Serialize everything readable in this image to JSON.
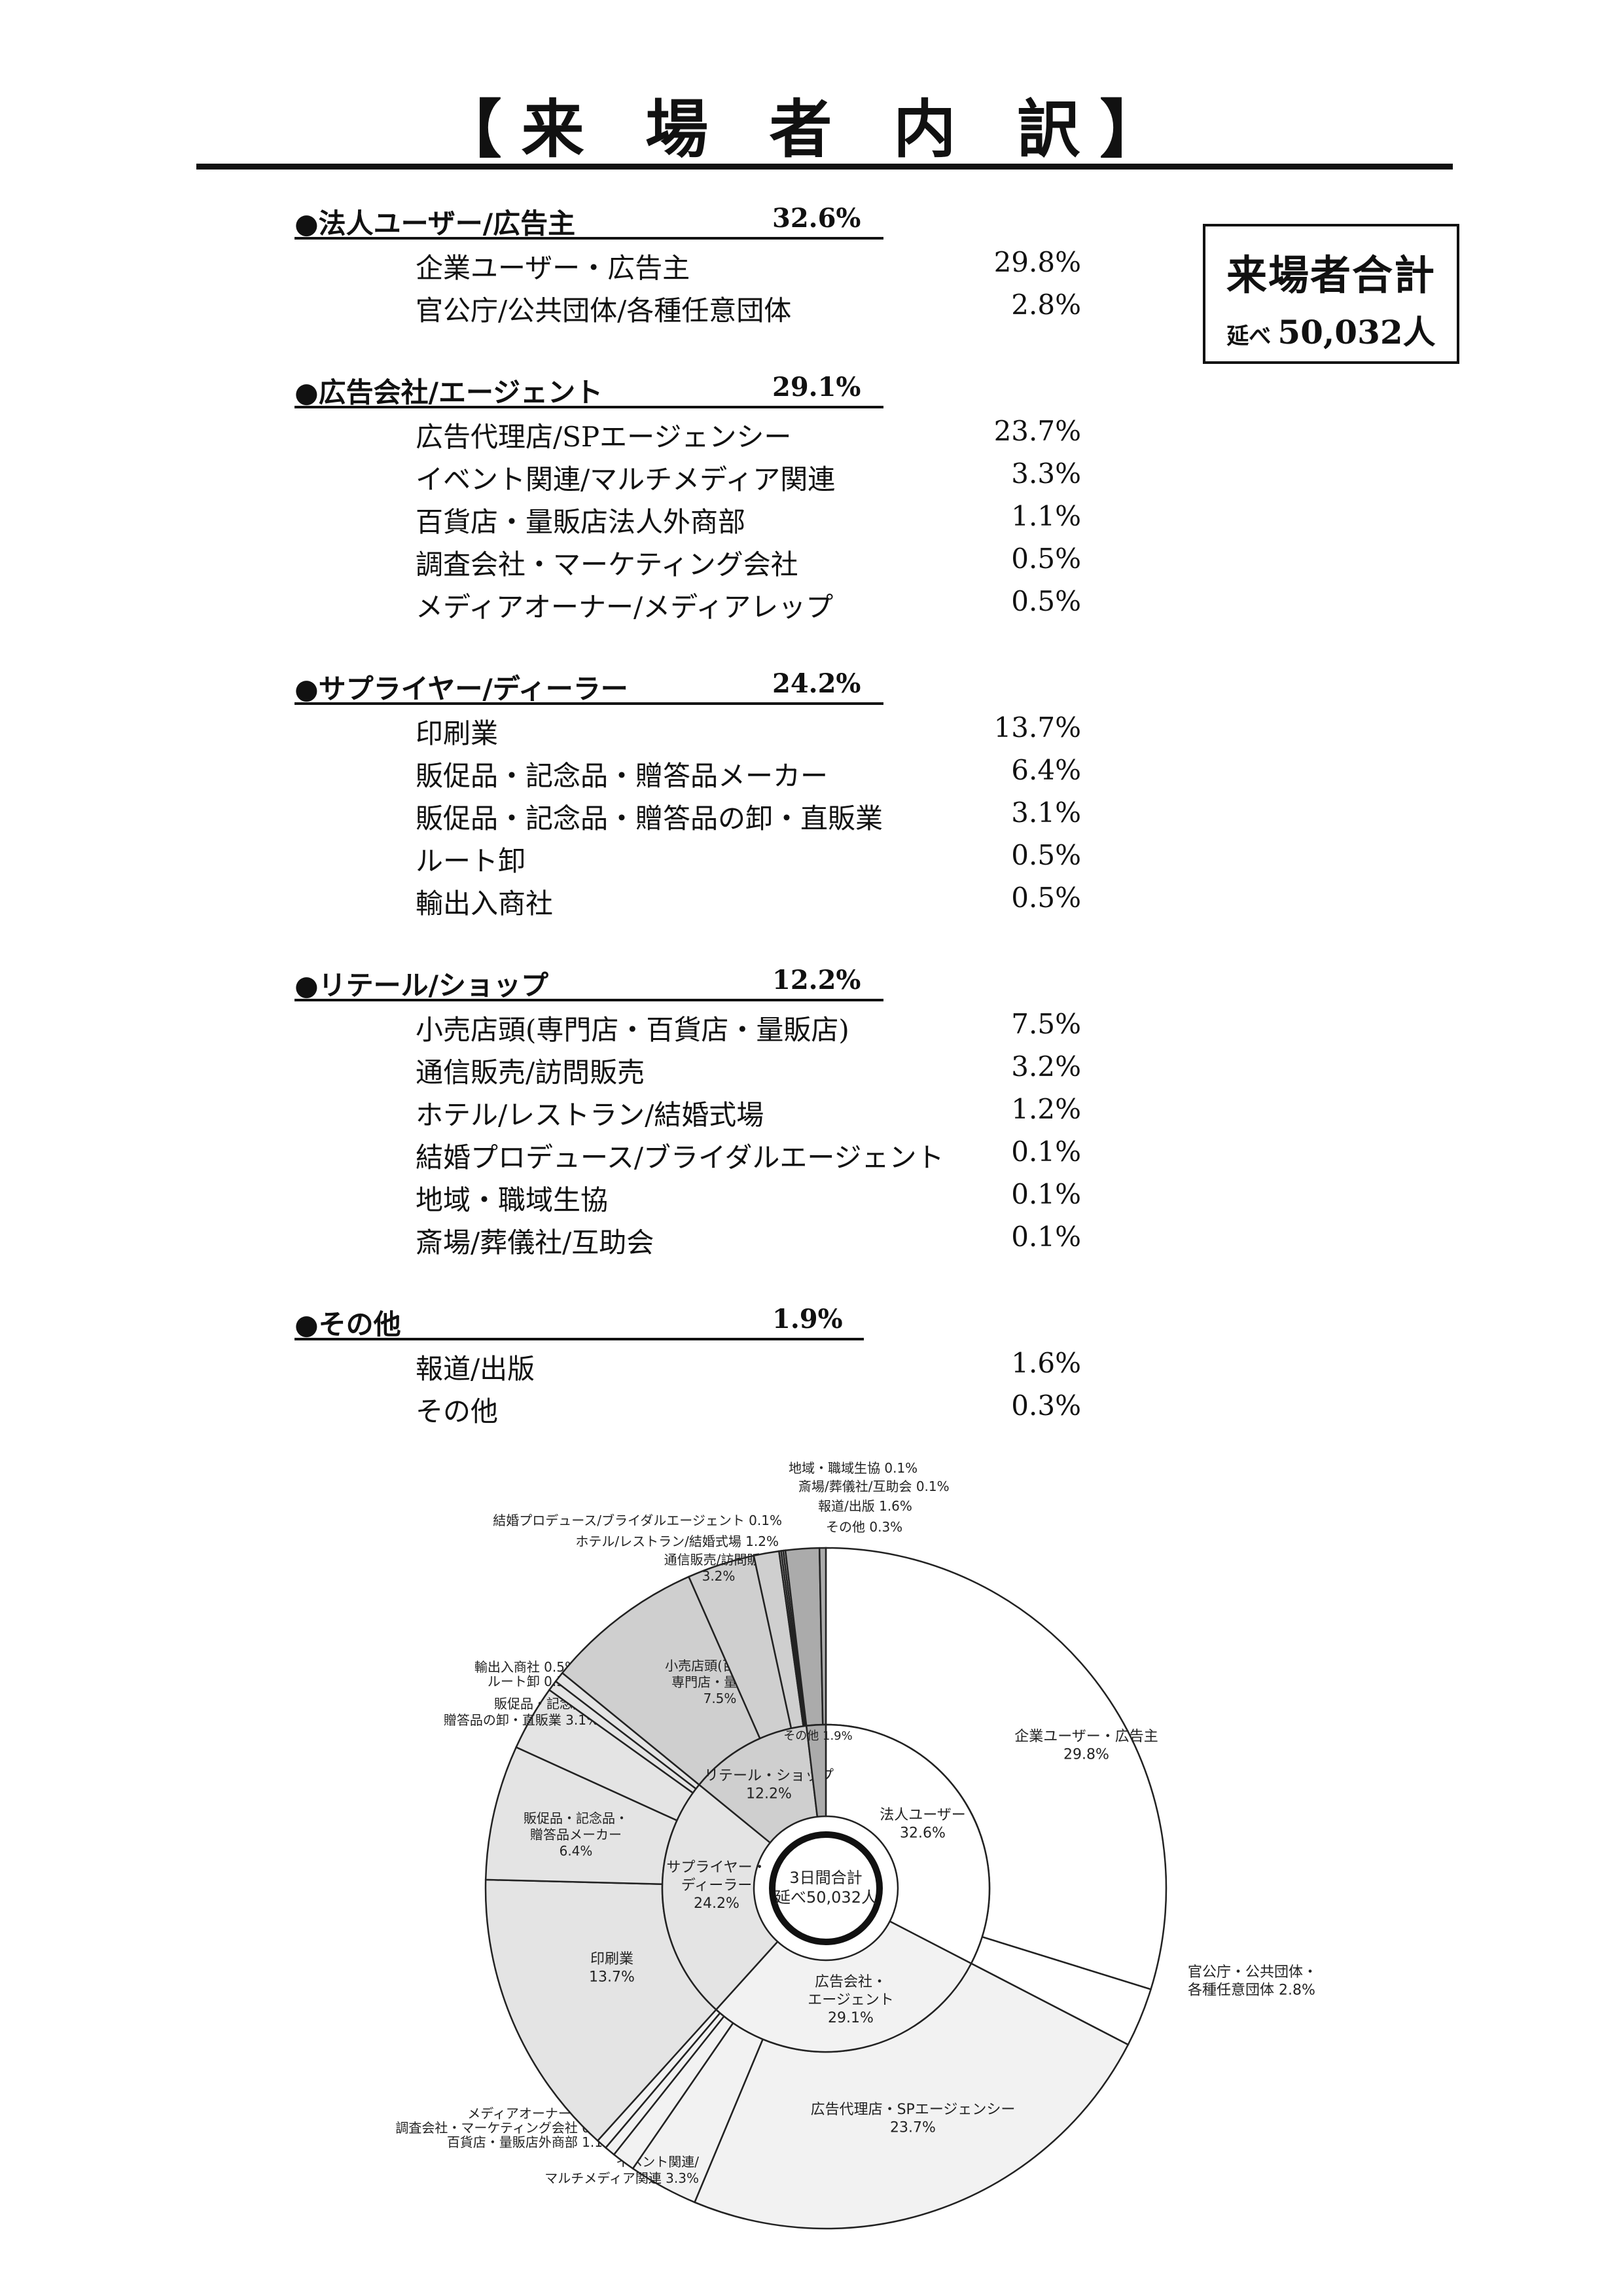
{
  "title": "【来 場 者 内 訳】",
  "total": {
    "label": "来場者合計",
    "prefix": "延べ",
    "value": "50,032人"
  },
  "categories": [
    {
      "name": "●法人ユーザー/広告主",
      "pct": "32.6%",
      "items": [
        {
          "label": "企業ユーザー・広告主",
          "pct": "29.8%"
        },
        {
          "label": "官公庁/公共団体/各種任意団体",
          "pct": "2.8%"
        }
      ]
    },
    {
      "name": "●広告会社/エージェント",
      "pct": "29.1%",
      "items": [
        {
          "label": "広告代理店/SPエージェンシー",
          "pct": "23.7%"
        },
        {
          "label": "イベント関連/マルチメディア関連",
          "pct": "3.3%"
        },
        {
          "label": "百貨店・量販店法人外商部",
          "pct": "1.1%"
        },
        {
          "label": "調査会社・マーケティング会社",
          "pct": "0.5%"
        },
        {
          "label": "メディアオーナー/メディアレップ",
          "pct": "0.5%"
        }
      ]
    },
    {
      "name": "●サプライヤー/ディーラー",
      "pct": "24.2%",
      "items": [
        {
          "label": "印刷業",
          "pct": "13.7%"
        },
        {
          "label": "販促品・記念品・贈答品メーカー",
          "pct": "6.4%"
        },
        {
          "label": "販促品・記念品・贈答品の卸・直販業",
          "pct": "3.1%"
        },
        {
          "label": "ルート卸",
          "pct": "0.5%"
        },
        {
          "label": "輸出入商社",
          "pct": "0.5%"
        }
      ]
    },
    {
      "name": "●リテール/ショップ",
      "pct": "12.2%",
      "items": [
        {
          "label": "小売店頭(専門店・百貨店・量販店)",
          "pct": "7.5%"
        },
        {
          "label": "通信販売/訪問販売",
          "pct": "3.2%"
        },
        {
          "label": "ホテル/レストラン/結婚式場",
          "pct": "1.2%"
        },
        {
          "label": "結婚プロデュース/ブライダルエージェント",
          "pct": "0.1%"
        },
        {
          "label": "地域・職域生協",
          "pct": "0.1%"
        },
        {
          "label": "斎場/葬儀社/互助会",
          "pct": "0.1%"
        }
      ]
    },
    {
      "name": "●その他",
      "pct": "1.9%",
      "items": [
        {
          "label": "報道/出版",
          "pct": "1.6%"
        },
        {
          "label": "その他",
          "pct": "0.3%"
        }
      ]
    }
  ],
  "chart_data": {
    "type": "pie",
    "center_label": [
      "3日間合計",
      "延べ50,032人"
    ],
    "inner": [
      {
        "label": [
          "法人ユーザー",
          "32.6%"
        ],
        "value": 32.6,
        "color": "#ffffff"
      },
      {
        "label": [
          "広告会社・",
          "エージェント",
          "29.1%"
        ],
        "value": 29.1,
        "color": "#f2f2f2"
      },
      {
        "label": [
          "サプライヤー・",
          "ディーラー",
          "24.2%"
        ],
        "value": 24.2,
        "color": "#e4e4e4"
      },
      {
        "label": [
          "リテール・ショップ",
          "12.2%"
        ],
        "value": 12.2,
        "color": "#cfcfcf"
      },
      {
        "label": [
          "その他 1.9%"
        ],
        "value": 1.9,
        "color": "#ababab"
      }
    ],
    "outer": [
      {
        "group": 0,
        "value": 29.8,
        "label": [
          "企業ユーザー・広告主",
          "29.8%"
        ]
      },
      {
        "group": 0,
        "value": 2.8,
        "label": [
          "官公庁・公共団体・",
          "各種任意団体 2.8%"
        ]
      },
      {
        "group": 1,
        "value": 23.7,
        "label": [
          "広告代理店・SPエージェンシー",
          "23.7%"
        ]
      },
      {
        "group": 1,
        "value": 3.3,
        "label": [
          "イベント関連/",
          "マルチメディア関連 3.3%"
        ]
      },
      {
        "group": 1,
        "value": 1.1,
        "label": [
          "百貨店・量販店外商部 1.1%"
        ]
      },
      {
        "group": 1,
        "value": 0.5,
        "label": [
          "調査会社・マーケティング会社 0.5%"
        ]
      },
      {
        "group": 1,
        "value": 0.5,
        "label": [
          "メディアオーナー 0.5%"
        ]
      },
      {
        "group": 2,
        "value": 13.7,
        "label": [
          "印刷業",
          "13.7%"
        ]
      },
      {
        "group": 2,
        "value": 6.4,
        "label": [
          "販促品・記念品・",
          "贈答品メーカー",
          "6.4%"
        ]
      },
      {
        "group": 2,
        "value": 3.1,
        "label": [
          "販促品・記念品・",
          "贈答品の卸・直販業 3.1%"
        ]
      },
      {
        "group": 2,
        "value": 0.5,
        "label": [
          "ルート卸 0.5%"
        ]
      },
      {
        "group": 2,
        "value": 0.5,
        "label": [
          "輸出入商社 0.5%"
        ]
      },
      {
        "group": 3,
        "value": 7.5,
        "label": [
          "小売店頭(百貨店・",
          "専門店・量販店)",
          "7.5%"
        ]
      },
      {
        "group": 3,
        "value": 3.2,
        "label": [
          "通信販売/訪問販売",
          "3.2%"
        ]
      },
      {
        "group": 3,
        "value": 1.2,
        "label": [
          "ホテル/レストラン/結婚式場 1.2%"
        ]
      },
      {
        "group": 3,
        "value": 0.1,
        "label": [
          "結婚プロデュース/ブライダルエージェント 0.1%"
        ]
      },
      {
        "group": 3,
        "value": 0.1,
        "label": [
          "地域・職域生協 0.1%"
        ]
      },
      {
        "group": 3,
        "value": 0.1,
        "label": [
          "斎場/葬儀社/互助会 0.1%"
        ]
      },
      {
        "group": 4,
        "value": 1.6,
        "label": [
          "報道/出版 1.6%"
        ]
      },
      {
        "group": 4,
        "value": 0.3,
        "label": [
          "その他 0.3%"
        ]
      }
    ]
  }
}
